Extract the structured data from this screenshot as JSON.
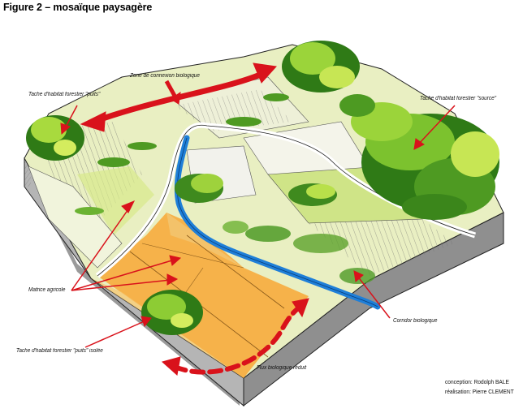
{
  "figure": {
    "title": "Figure 2 – mosaïque paysagère"
  },
  "labels": {
    "zone_connexion": "Zone de connexion biologique",
    "tache_puits": "Tache d'habitat forestier \"puits\"",
    "tache_source": "Tache d'habitat forestier \"source\"",
    "matrice_agricole": "Matrice agricole",
    "tache_puits_isolee": "Tache d'habitat forestier \"puits\" isolée",
    "corridor": "Corridor biologique",
    "flux_reduit": "Flux biologique réduit"
  },
  "credits": {
    "conception": "conception: Rodolph BALE",
    "realisation": "réalisation: Pierre CLEMENT"
  },
  "colors": {
    "arrow_red": "#d9121b",
    "river_blue": "#1f7fd8",
    "forest_green": "#4f9a22",
    "light_green": "#c8e35a",
    "field_orange": "#f3a63c",
    "soil_grey": "#8c8c8c"
  }
}
